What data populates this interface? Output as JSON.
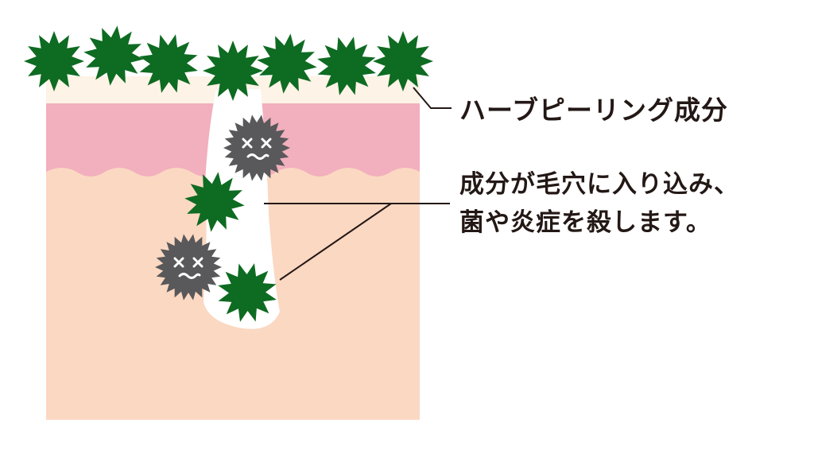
{
  "labels": {
    "herbal_peeling": "ハーブピーリング成分",
    "description_line1": "成分が毛穴に入り込み、",
    "description_line2": "菌や炎症を殺します。"
  },
  "colors": {
    "surface_layer": "#fdf3e6",
    "pink_layer": "#f2afbd",
    "dermis": "#fbd8c2",
    "pore": "#ffffff",
    "particle": "#0e6b22",
    "bacteria": "#59585a",
    "bacteria_face": "#ffffff",
    "text": "#231815"
  },
  "icons": {
    "particle": "green-starburst-icon",
    "bacteria": "germ-face-icon"
  },
  "particle_count": {
    "surface": 7,
    "in_pore": 2
  },
  "bacteria_count": 2
}
